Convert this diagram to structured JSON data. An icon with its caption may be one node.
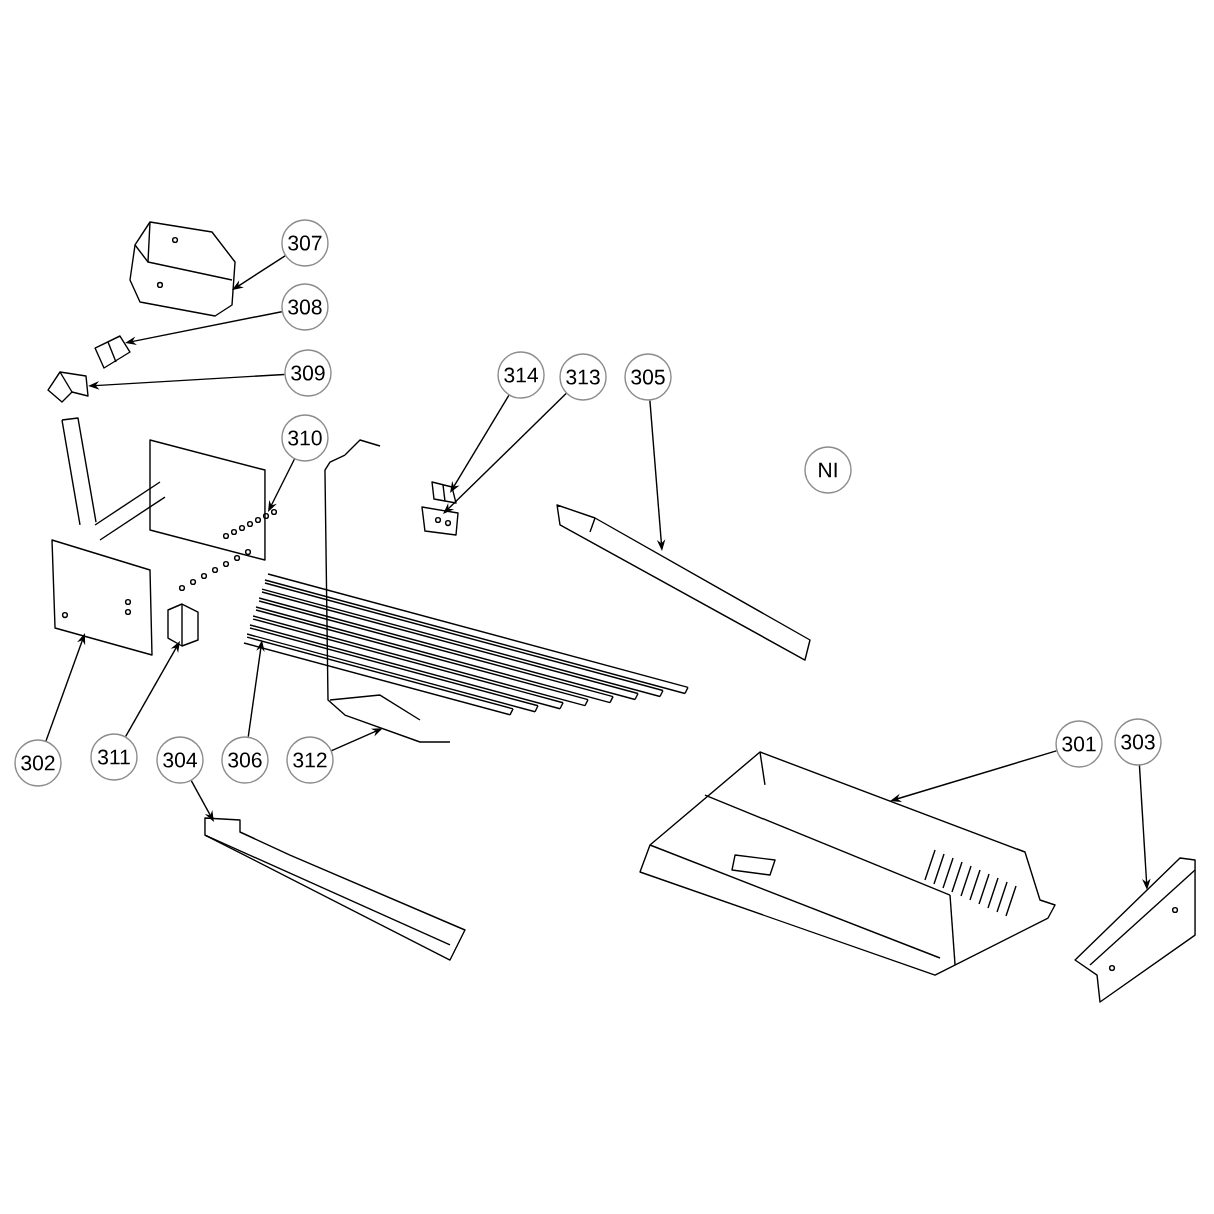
{
  "diagram": {
    "nodes": [
      {
        "text": [
          "307"
        ]
      },
      {
        "text": [
          "308"
        ]
      },
      {
        "text": [
          "309"
        ]
      },
      {
        "text": [
          "314"
        ]
      },
      {
        "text": [
          "313"
        ]
      },
      {
        "text": [
          "305"
        ]
      },
      {
        "text": [
          "310"
        ]
      },
      {
        "text": [
          "NI"
        ]
      },
      {
        "text": [
          "302"
        ]
      },
      {
        "text": [
          "311"
        ]
      },
      {
        "text": [
          "304"
        ]
      },
      {
        "text": [
          "306"
        ]
      },
      {
        "text": [
          "312"
        ]
      },
      {
        "text": [
          "301"
        ]
      },
      {
        "text": [
          "303"
        ]
      },
      {
        "text": [],
        "shape": "picture"
      },
      {
        "text": [],
        "shape": "picture"
      },
      {
        "text": [],
        "shape": "picture"
      },
      {
        "text": [],
        "shape": "picture"
      },
      {
        "text": [],
        "shape": "picture"
      },
      {
        "text": [],
        "shape": "picture"
      },
      {
        "text": [],
        "shape": "picture"
      },
      {
        "text": [],
        "shape": "picture"
      },
      {
        "text": [],
        "shape": "picture"
      },
      {
        "text": [],
        "shape": "picture"
      },
      {
        "text": [],
        "shape": "picture"
      },
      {
        "text": [],
        "shape": "picture"
      },
      {
        "text": [],
        "shape": "picture"
      },
      {
        "text": [],
        "shape": "picture"
      }
    ],
    "edges": [
      {
        "from": 0,
        "to": 15,
        "arrow": "to"
      },
      {
        "from": 1,
        "to": 16,
        "arrow": "to"
      },
      {
        "from": 2,
        "to": 17,
        "arrow": "to"
      },
      {
        "from": 3,
        "to": 18,
        "arrow": "to"
      },
      {
        "from": 4,
        "to": 19,
        "arrow": "to"
      },
      {
        "from": 5,
        "to": 20,
        "arrow": "to"
      },
      {
        "from": 6,
        "to": 21,
        "arrow": "to"
      },
      {
        "from": 8,
        "to": 22,
        "arrow": "to"
      },
      {
        "from": 9,
        "to": 23,
        "arrow": "to"
      },
      {
        "from": 10,
        "to": 24,
        "arrow": "to"
      },
      {
        "from": 11,
        "to": 25,
        "arrow": "to"
      },
      {
        "from": 12,
        "to": 26,
        "arrow": "to"
      },
      {
        "from": 13,
        "to": 27,
        "arrow": "to"
      },
      {
        "from": 14,
        "to": 28,
        "arrow": "to"
      }
    ]
  }
}
